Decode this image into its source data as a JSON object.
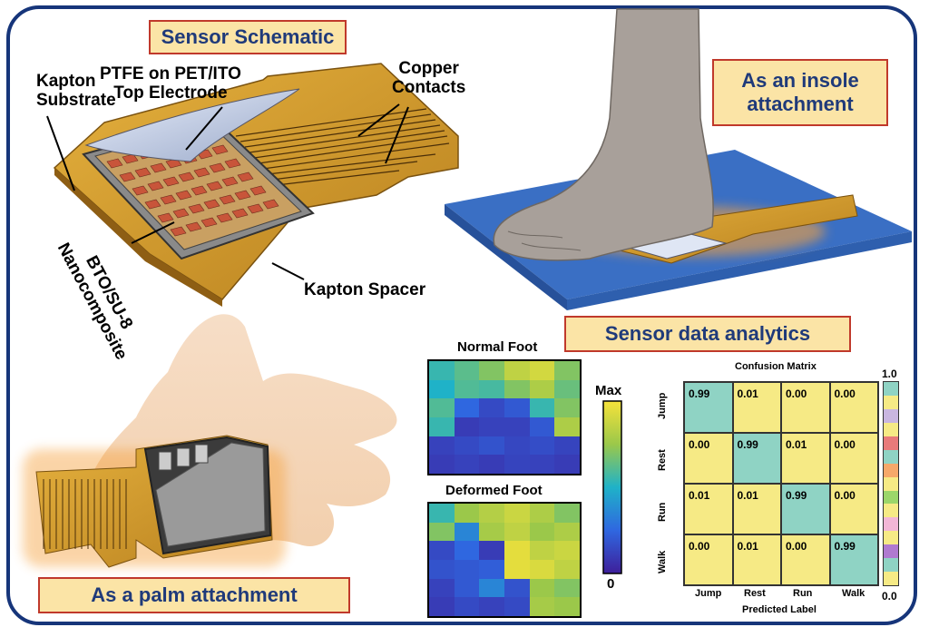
{
  "panels": {
    "schematic_title": "Sensor Schematic",
    "insole_title": "As an insole attachment",
    "analytics_title": "Sensor data analytics",
    "palm_title": "As a palm attachment"
  },
  "schematic_labels": {
    "kapton_substrate": "Kapton\nSubstrate",
    "top_electrode": "PTFE on PET/ITO\nTop Electrode",
    "copper_contacts": "Copper\nContacts",
    "bto": "BTO/SU-8\nNanocomposite",
    "kapton_spacer": "Kapton Spacer"
  },
  "heatmaps": {
    "normal_title": "Normal Foot",
    "deformed_title": "Deformed Foot",
    "colorbar_max": "Max",
    "colorbar_min": "0",
    "normal": [
      [
        0.55,
        0.62,
        0.7,
        0.85,
        0.9,
        0.7
      ],
      [
        0.5,
        0.6,
        0.58,
        0.7,
        0.8,
        0.65
      ],
      [
        0.6,
        0.25,
        0.15,
        0.2,
        0.55,
        0.7
      ],
      [
        0.55,
        0.1,
        0.12,
        0.12,
        0.2,
        0.8
      ],
      [
        0.12,
        0.15,
        0.18,
        0.14,
        0.16,
        0.13
      ],
      [
        0.1,
        0.12,
        0.1,
        0.13,
        0.12,
        0.1
      ]
    ],
    "deformed": [
      [
        0.55,
        0.75,
        0.82,
        0.88,
        0.8,
        0.7
      ],
      [
        0.7,
        0.35,
        0.78,
        0.85,
        0.75,
        0.8
      ],
      [
        0.15,
        0.25,
        0.1,
        0.95,
        0.85,
        0.88
      ],
      [
        0.18,
        0.2,
        0.22,
        0.95,
        0.92,
        0.85
      ],
      [
        0.12,
        0.2,
        0.35,
        0.18,
        0.75,
        0.7
      ],
      [
        0.1,
        0.15,
        0.12,
        0.15,
        0.78,
        0.75
      ]
    ]
  },
  "chart_data": {
    "type": "heatmap",
    "title": "Confusion Matrix",
    "xlabel": "Predicted Label",
    "ylabel": "",
    "x_categories": [
      "Jump",
      "Rest",
      "Run",
      "Walk"
    ],
    "y_categories": [
      "Jump",
      "Rest",
      "Run",
      "Walk"
    ],
    "values": [
      [
        0.99,
        0.01,
        0.0,
        0.0
      ],
      [
        0.0,
        0.99,
        0.01,
        0.0
      ],
      [
        0.01,
        0.01,
        0.99,
        0.0
      ],
      [
        0.0,
        0.01,
        0.0,
        0.99
      ]
    ],
    "value_labels": [
      [
        "0.99",
        "0.01",
        "0.00",
        "0.00"
      ],
      [
        "0.00",
        "0.99",
        "0.01",
        "0.00"
      ],
      [
        "0.01",
        "0.01",
        "0.99",
        "0.00"
      ],
      [
        "0.00",
        "0.01",
        "0.00",
        "0.99"
      ]
    ],
    "colorbar": {
      "min_label": "0.0",
      "max_label": "1.0"
    },
    "colors": {
      "high": "#8fd3c4",
      "low": "#f6ea85"
    }
  },
  "colors": {
    "frame": "#16357a",
    "title_fill": "#fbe4a6",
    "title_border": "#c0392b",
    "title_text": "#1f3a7a"
  }
}
